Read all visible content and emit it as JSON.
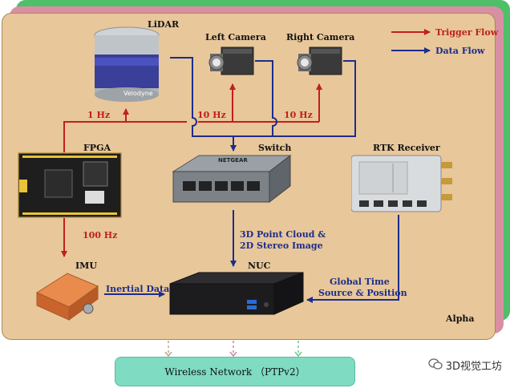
{
  "layers": {
    "back_color": "#4fbf6a",
    "mid_color": "#d98fa2",
    "main_color": "#e8c79a"
  },
  "legend": {
    "trigger_label": "Trigger Flow",
    "trigger_color": "#c0201e",
    "data_label": "Data Flow",
    "data_color": "#1c2d8c"
  },
  "devices": {
    "lidar": {
      "label": "LiDAR",
      "brand": "Velodyne"
    },
    "left_camera": {
      "label": "Left Camera"
    },
    "right_camera": {
      "label": "Right Camera"
    },
    "fpga": {
      "label": "FPGA"
    },
    "switch": {
      "label": "Switch",
      "brand": "NETGEAR"
    },
    "rtk": {
      "label": "RTK Receiver"
    },
    "imu": {
      "label": "IMU"
    },
    "nuc": {
      "label": "NUC"
    }
  },
  "edges": {
    "lidar_rate": "1 Hz",
    "left_cam_rate": "10 Hz",
    "right_cam_rate": "10 Hz",
    "imu_rate": "100 Hz",
    "switch_to_nuc_line1": "3D Point Cloud &",
    "switch_to_nuc_line2": "2D Stereo Image",
    "imu_to_nuc": "Inertial Data",
    "rtk_to_nuc_line1": "Global Time",
    "rtk_to_nuc_line2": "Source & Position"
  },
  "platform_label": "Alpha",
  "network_label": "Wireless Network （PTPv2）",
  "watermark": "3D视觉工坊"
}
